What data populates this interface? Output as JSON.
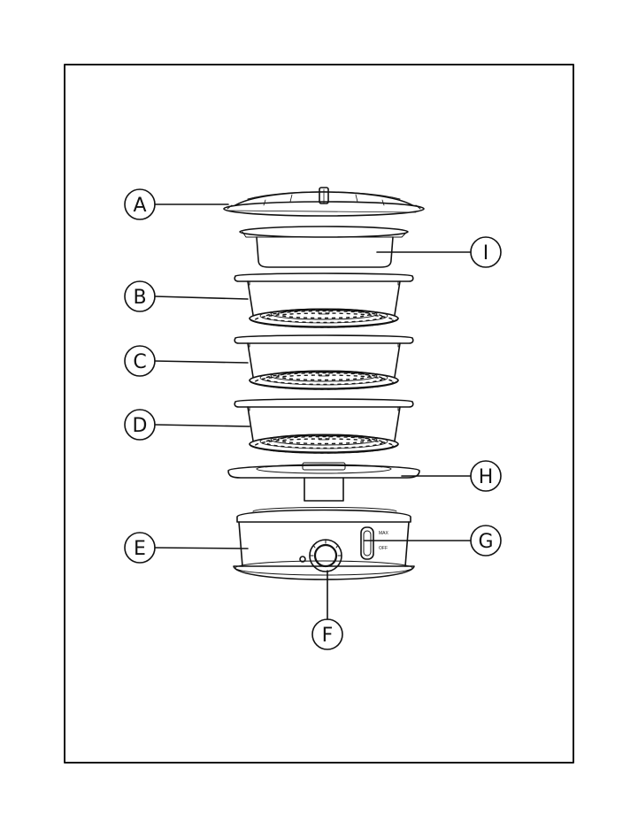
{
  "callouts": {
    "A": "A",
    "B": "B",
    "C": "C",
    "D": "D",
    "E": "E",
    "F": "F",
    "G": "G",
    "H": "H",
    "I": "I"
  },
  "switch_labels": {
    "top": "MAX",
    "bottom": "OFF"
  }
}
